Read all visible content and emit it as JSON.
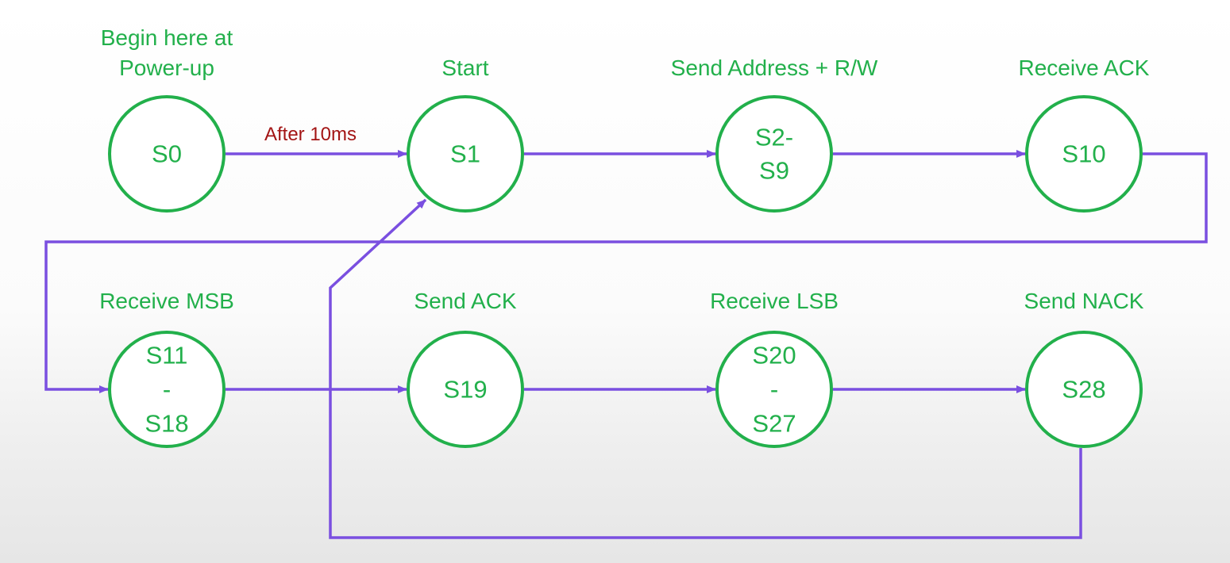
{
  "colors": {
    "state": "#22b04b",
    "edge": "#7a4fe0",
    "edge_label": "#a31515"
  },
  "states": [
    {
      "id": "s0",
      "title": [
        "Begin here at",
        "Power-up"
      ],
      "label": [
        "S0"
      ]
    },
    {
      "id": "s1",
      "title": [
        "Start"
      ],
      "label": [
        "S1"
      ]
    },
    {
      "id": "s2",
      "title": [
        "Send Address + R/W"
      ],
      "label": [
        "S2-",
        "S9"
      ]
    },
    {
      "id": "s10",
      "title": [
        "Receive ACK"
      ],
      "label": [
        "S10"
      ]
    },
    {
      "id": "s11",
      "title": [
        "Receive MSB"
      ],
      "label": [
        "S11",
        "-",
        "S18"
      ]
    },
    {
      "id": "s19",
      "title": [
        "Send ACK"
      ],
      "label": [
        "S19"
      ]
    },
    {
      "id": "s20",
      "title": [
        "Receive LSB"
      ],
      "label": [
        "S20",
        "-",
        "S27"
      ]
    },
    {
      "id": "s28",
      "title": [
        "Send NACK"
      ],
      "label": [
        "S28"
      ]
    }
  ],
  "transitions": [
    {
      "from": "s0",
      "to": "s1",
      "label": "After 10ms"
    },
    {
      "from": "s1",
      "to": "s2",
      "label": ""
    },
    {
      "from": "s2",
      "to": "s10",
      "label": ""
    },
    {
      "from": "s10",
      "to": "s11",
      "label": ""
    },
    {
      "from": "s11",
      "to": "s19",
      "label": ""
    },
    {
      "from": "s19",
      "to": "s20",
      "label": ""
    },
    {
      "from": "s20",
      "to": "s28",
      "label": ""
    },
    {
      "from": "s28",
      "to": "s1",
      "label": ""
    }
  ]
}
